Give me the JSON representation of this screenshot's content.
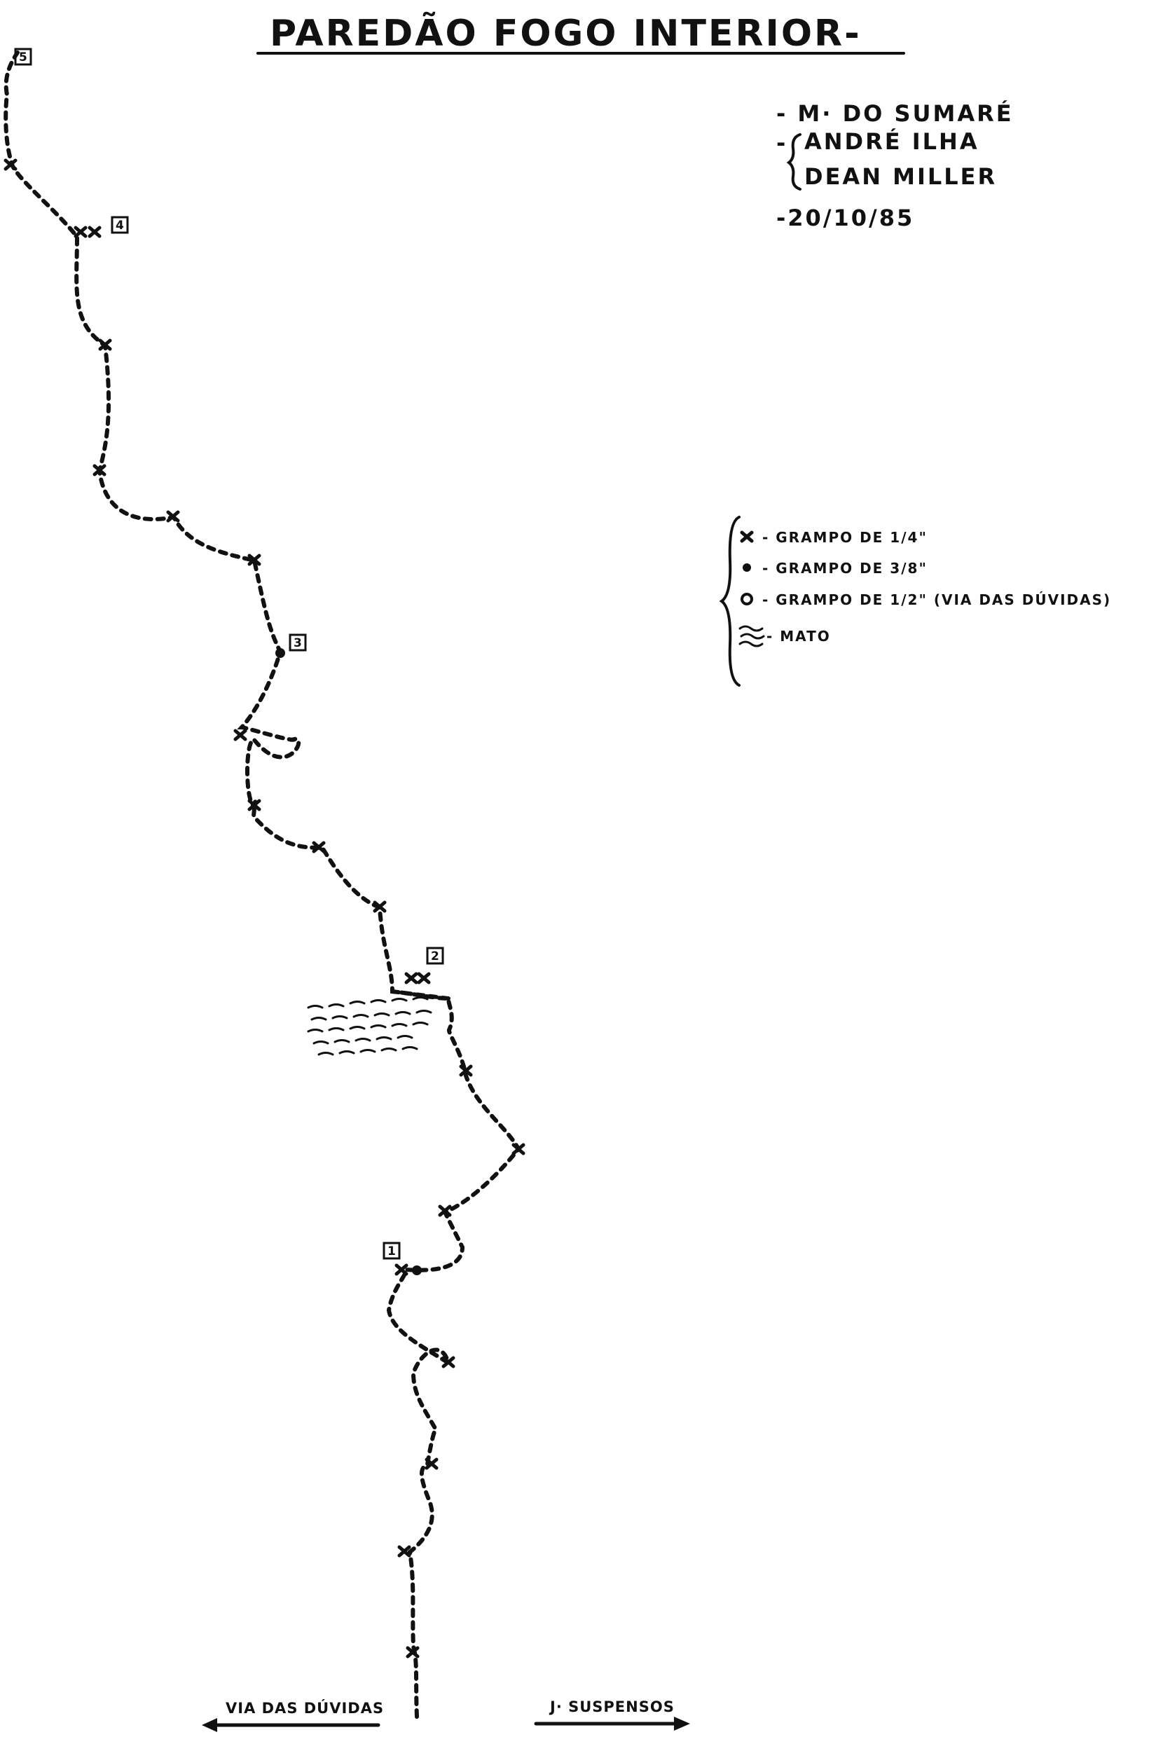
{
  "title": "PAREDÃO FOGO INTERIOR-",
  "info": {
    "location": "- M· DO SUMARÉ",
    "climber_1": "ANDRÉ ILHA",
    "climber_2": "DEAN MILLER",
    "date": "-20/10/85"
  },
  "legend": {
    "items": [
      {
        "symbol": "x",
        "label": "- GRAMPO  DE  1/4\""
      },
      {
        "symbol": "●",
        "label": "- GRAMPO  DE  3/8\""
      },
      {
        "symbol": "o",
        "label": "- GRAMPO  DE  1/2\" (VIA DAS DÚVIDAS)"
      },
      {
        "symbol": "mato",
        "label": "- MATO"
      }
    ]
  },
  "belays": [
    "1",
    "2",
    "3",
    "4",
    "5"
  ],
  "directions": {
    "left": "VIA DAS DÚVIDAS",
    "right": "J· SUSPENSOS"
  },
  "icons": {
    "bolt_quarter": "x-mark-icon",
    "bolt_three_eighths": "filled-dot-icon",
    "bolt_half": "open-circle-icon",
    "vegetation": "grass-hatch-icon",
    "direction_arrow": "arrow-icon"
  }
}
